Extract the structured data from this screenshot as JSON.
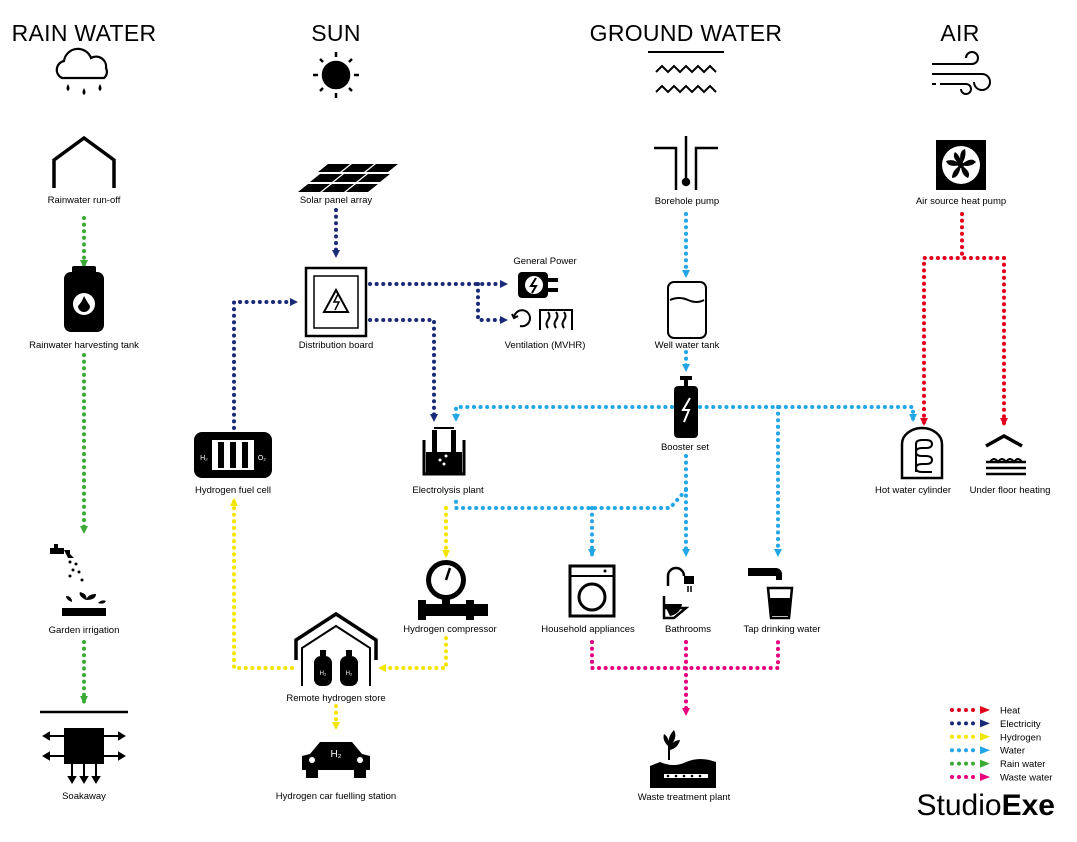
{
  "headers": {
    "rain": "RAIN WATER",
    "sun": "SUN",
    "ground": "GROUND WATER",
    "air": "AIR"
  },
  "nodes": {
    "rainwater_runoff": "Rainwater run-off",
    "harvesting_tank": "Rainwater harvesting tank",
    "garden_irrigation": "Garden irrigation",
    "soakaway": "Soakaway",
    "solar_array": "Solar panel array",
    "distribution_board": "Distribution board",
    "general_power": "General Power",
    "ventilation": "Ventilation (MVHR)",
    "fuel_cell": "Hydrogen fuel cell",
    "electrolysis": "Electrolysis plant",
    "compressor": "Hydrogen compressor",
    "h2_store": "Remote hydrogen store",
    "car_station": "Hydrogen car fuelling station",
    "borehole_pump": "Borehole pump",
    "well_tank": "Well water tank",
    "booster_set": "Booster set",
    "household_appliances": "Household appliances",
    "bathrooms": "Bathrooms",
    "tap_water": "Tap drinking water",
    "waste_plant": "Waste treatment plant",
    "heat_pump": "Air source heat pump",
    "hot_cylinder": "Hot water cylinder",
    "floor_heating": "Under floor heating"
  },
  "legend": [
    {
      "label": "Heat",
      "color": "#e3001b"
    },
    {
      "label": "Electricity",
      "color": "#1b2a78"
    },
    {
      "label": "Hydrogen",
      "color": "#f2e500"
    },
    {
      "label": "Water",
      "color": "#22a6e6"
    },
    {
      "label": "Rain water",
      "color": "#3aaa35"
    },
    {
      "label": "Waste water",
      "color": "#e5007d"
    }
  ],
  "brand": {
    "part1": "Studio",
    "part2": "Exe"
  },
  "icon_text": {
    "h2": "H₂",
    "o2": "O₂",
    "car_h2": "H₂"
  }
}
